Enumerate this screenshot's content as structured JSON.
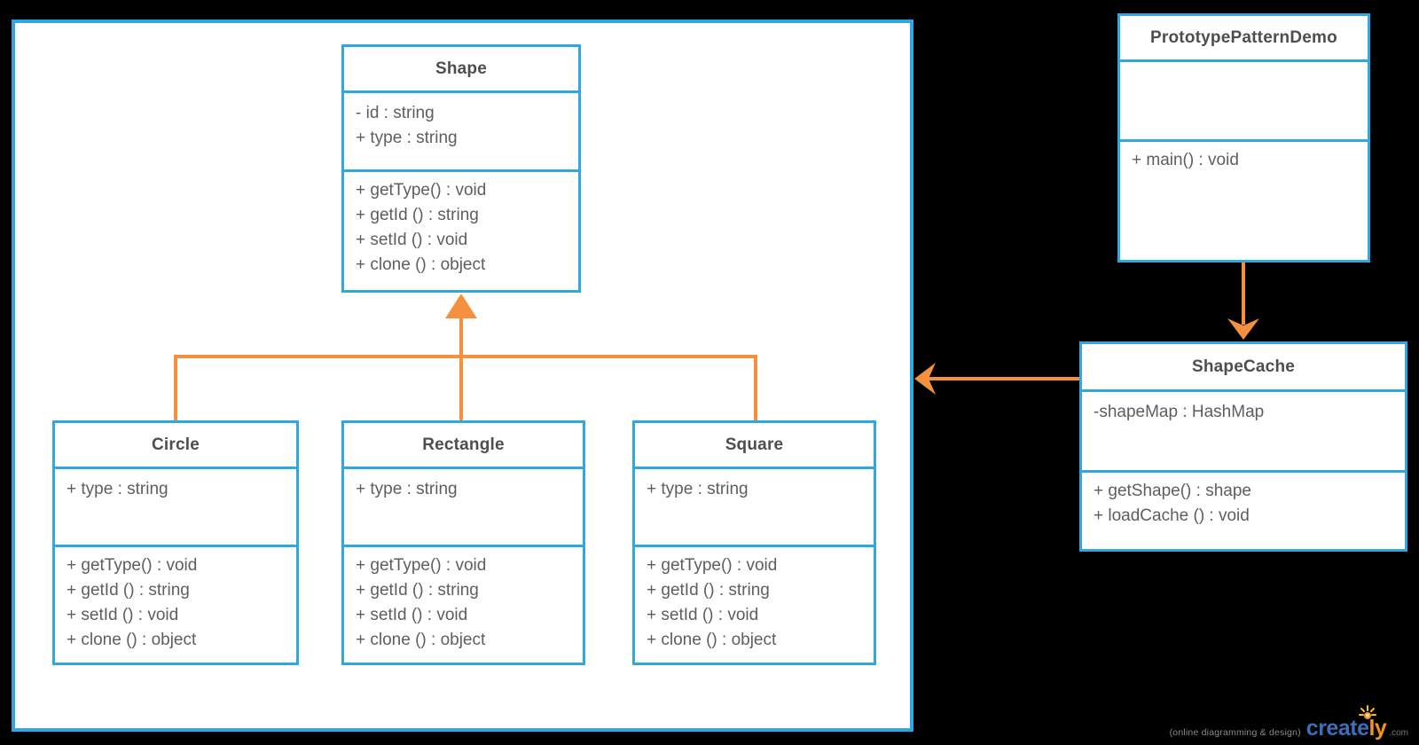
{
  "canvas": {
    "background": "#000000",
    "box_border_color": "#2fa8e1",
    "connector_color": "#f5913e",
    "class_title_color": "#4d4e50",
    "member_text_color": "#5d5e60"
  },
  "classes": [
    {
      "name": "Shape",
      "attributes": [
        "- id : string",
        "+ type : string"
      ],
      "methods": [
        "+ getType() : void",
        "+ getId () : string",
        "+ setId () : void",
        "+ clone () : object"
      ]
    },
    {
      "name": "Circle",
      "attributes": [
        "+ type : string"
      ],
      "methods": [
        "+ getType() : void",
        "+ getId () : string",
        "+ setId () : void",
        "+ clone () : object"
      ]
    },
    {
      "name": "Rectangle",
      "attributes": [
        "+ type : string"
      ],
      "methods": [
        "+ getType() : void",
        "+ getId () : string",
        "+ setId () : void",
        "+ clone () : object"
      ]
    },
    {
      "name": "Square",
      "attributes": [
        "+ type : string"
      ],
      "methods": [
        "+ getType() : void",
        "+ getId () : string",
        "+ setId () : void",
        "+ clone () : object"
      ]
    },
    {
      "name": "PrototypePatternDemo",
      "attributes": [],
      "methods": [
        "+ main() : void"
      ]
    },
    {
      "name": "ShapeCache",
      "attributes": [
        "-shapeMap : HashMap"
      ],
      "methods": [
        "+ getShape() : shape",
        "+ loadCache () : void"
      ]
    }
  ],
  "relations": [
    {
      "type": "inheritance",
      "from": "Circle",
      "to": "Shape"
    },
    {
      "type": "inheritance",
      "from": "Rectangle",
      "to": "Shape"
    },
    {
      "type": "inheritance",
      "from": "Square",
      "to": "Shape"
    },
    {
      "type": "directed",
      "from": "PrototypePatternDemo",
      "to": "ShapeCache"
    },
    {
      "type": "directed",
      "from": "ShapeCache",
      "to": "shapes-container"
    }
  ],
  "branding": {
    "tagline": "(online diagramming & design)",
    "logo_blue_part": "create",
    "logo_orange_part": "ly",
    "domain_suffix": ".com",
    "logo_blue_color": "#3b6fb6",
    "logo_orange_color": "#f6921e",
    "sparkle_color": "#ffc20e"
  }
}
